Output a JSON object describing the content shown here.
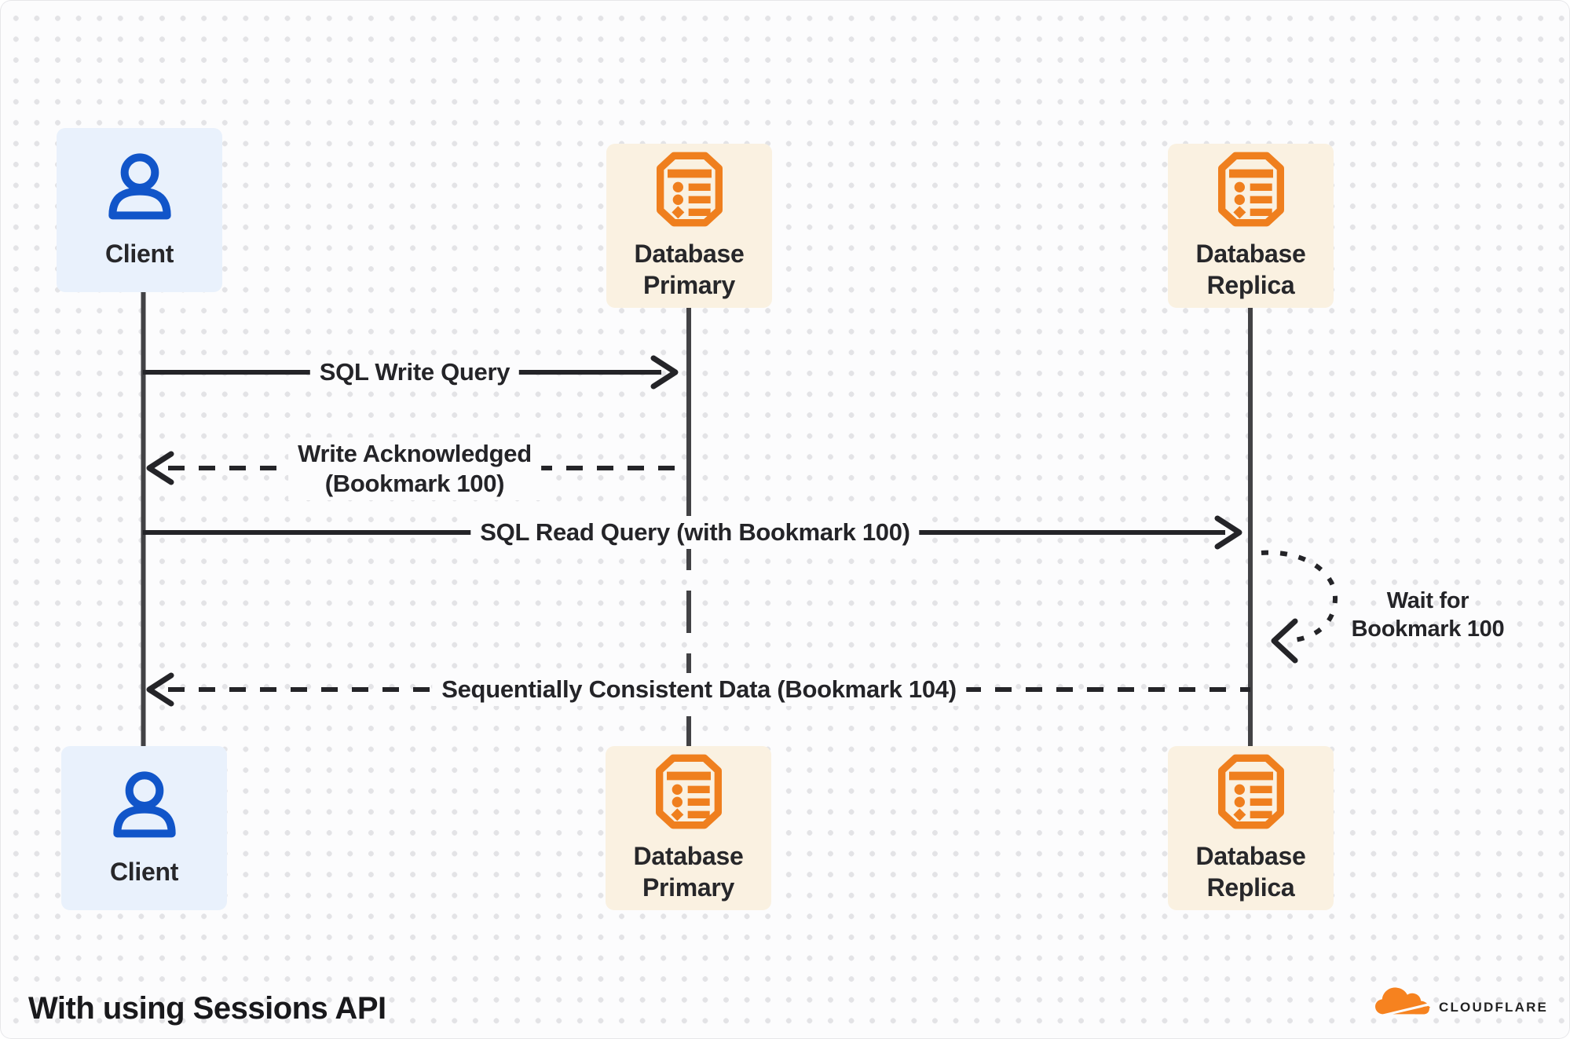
{
  "actors": {
    "client": "Client",
    "primary": "Database\nPrimary",
    "replica": "Database\nReplica"
  },
  "messages": {
    "write_query": "SQL Write Query",
    "write_ack_line1": "Write Acknowledged",
    "write_ack_line2": "(Bookmark 100)",
    "read_query": "SQL Read Query (with Bookmark 100)",
    "consistent_data": "Sequentially Consistent Data (Bookmark 104)"
  },
  "note": {
    "line1": "Wait for",
    "line2": "Bookmark 100"
  },
  "footer": {
    "caption": "With using Sessions API",
    "brand_wordmark": "CLOUDFLARE"
  },
  "icons": {
    "client": "person-icon",
    "database": "database-icon",
    "brand": "cloudflare-cloud-icon"
  },
  "colors": {
    "canvas_bg": "#fcfcfd",
    "dot_grid": "#e3e3e6",
    "client_box_bg": "#e9f1fc",
    "client_icon": "#1155c9",
    "database_box_bg": "#faf1e1",
    "database_icon": "#ef7f1e",
    "arrow": "#242428",
    "lifeline": "#424245",
    "text": "#222326",
    "brand_orange": "#f6821f"
  }
}
